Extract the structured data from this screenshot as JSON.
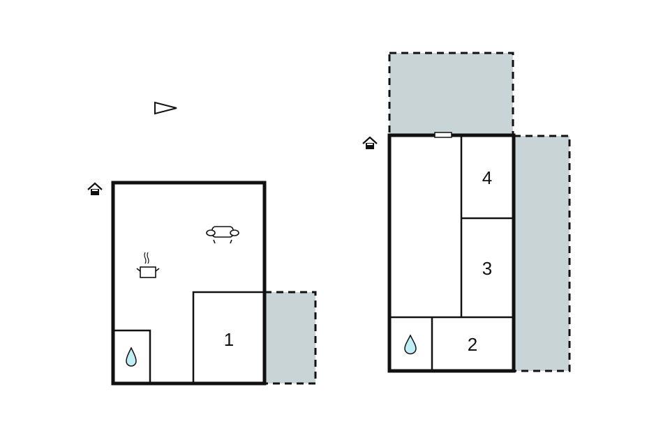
{
  "diagram": {
    "type": "floor_plan",
    "colors": {
      "wall": "#111111",
      "terrace": "#c9d4d6",
      "water": "#bfeef5",
      "background": "#ffffff"
    },
    "compass": {
      "icon": "north-arrow-triangle",
      "direction": "right"
    },
    "buildings": [
      {
        "name": "left-building",
        "entrance_icon": "house-entrance-icon",
        "rooms": [
          {
            "id": "living-kitchen",
            "label": "",
            "icons": [
              "sofa-icon",
              "cooking-pot-icon"
            ]
          },
          {
            "id": "bathroom-left",
            "label": "",
            "icons": [
              "water-drop-icon"
            ]
          },
          {
            "id": "room-1",
            "label": "1"
          }
        ],
        "terraces": [
          "right-side-terrace"
        ]
      },
      {
        "name": "right-building",
        "entrance_icon": "house-entrance-icon",
        "rooms": [
          {
            "id": "main-room",
            "label": ""
          },
          {
            "id": "room-4",
            "label": "4"
          },
          {
            "id": "room-3",
            "label": "3"
          },
          {
            "id": "bathroom-right",
            "label": "",
            "icons": [
              "water-drop-icon"
            ]
          },
          {
            "id": "room-2",
            "label": "2"
          }
        ],
        "terraces": [
          "top-terrace",
          "right-side-terrace"
        ]
      }
    ],
    "labels": {
      "room1": "1",
      "room2": "2",
      "room3": "3",
      "room4": "4"
    }
  }
}
